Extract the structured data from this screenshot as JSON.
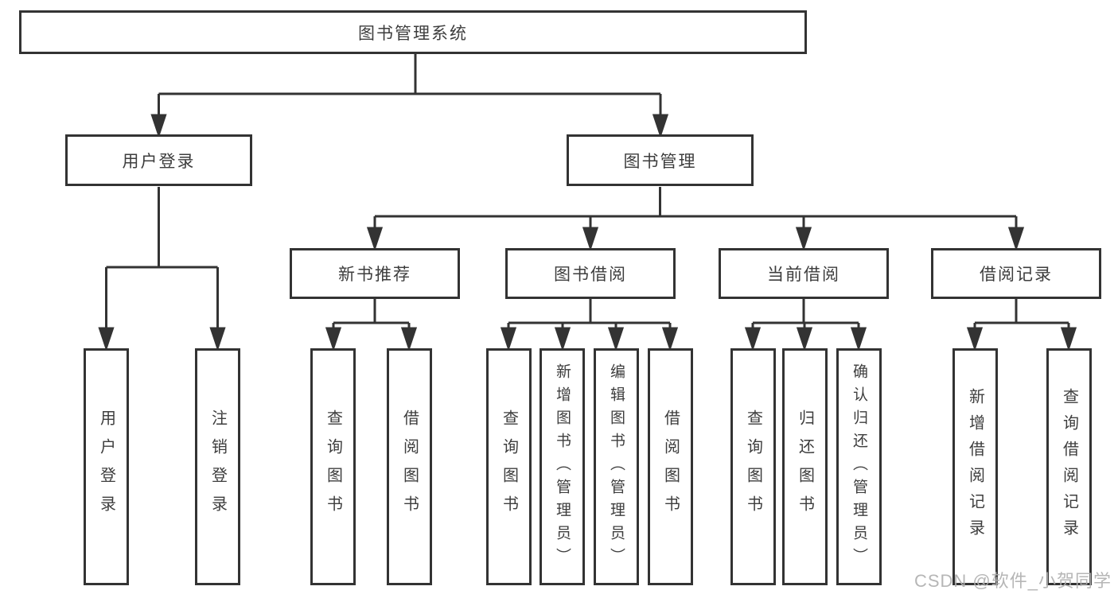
{
  "tree": {
    "root": {
      "label": "图书管理系统"
    },
    "branches": [
      {
        "label": "用户登录",
        "children": [
          {
            "label": "用户登录"
          },
          {
            "label": "注销登录"
          }
        ]
      },
      {
        "label": "图书管理",
        "children": [
          {
            "label": "新书推荐",
            "children": [
              {
                "label": "查询图书"
              },
              {
                "label": "借阅图书"
              }
            ]
          },
          {
            "label": "图书借阅",
            "children": [
              {
                "label": "查询图书"
              },
              {
                "label": "新增图书（管理员）"
              },
              {
                "label": "编辑图书（管理员）"
              },
              {
                "label": "借阅图书"
              }
            ]
          },
          {
            "label": "当前借阅",
            "children": [
              {
                "label": "查询图书"
              },
              {
                "label": "归还图书"
              },
              {
                "label": "确认归还（管理员）"
              }
            ]
          },
          {
            "label": "借阅记录",
            "children": [
              {
                "label": "新增借阅记录"
              },
              {
                "label": "查询借阅记录"
              }
            ]
          }
        ]
      }
    ]
  },
  "style": {
    "line_color": "#333333",
    "text_color": "#3d3d3d",
    "background": "#ffffff",
    "watermark_color": "#b0b0b0"
  },
  "watermark": "CSDN @软件_小贺同学"
}
